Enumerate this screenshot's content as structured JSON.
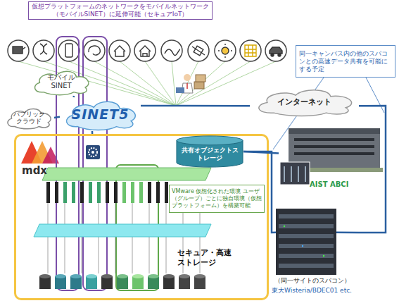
{
  "diagram": {
    "nodes": [
      {
        "text": [
          "仮想プラットフォームのネットワークをモバイルネットワーク（モバイルSINET）に延伸可能（セキュアIoT）"
        ]
      },
      {
        "text": [
          "モバイル SINET"
        ]
      },
      {
        "text": [
          "パブリック クラウド"
        ]
      },
      {
        "text": [
          "SINET5"
        ]
      },
      {
        "text": [
          "インターネット"
        ]
      },
      {
        "text": [
          "同一キャンパス内の他のスパコンとの高速データ共有を可能にする予定"
        ]
      },
      {
        "text": [
          "mdx"
        ]
      },
      {
        "text": [
          "共有オブジェクトストレージ"
        ],
        "in": 6
      },
      {
        "text": [
          "VMware 仮想化された環境 ユーザ（グループ）ごとに独自環境（仮想プラットフォーム）を構築可能"
        ],
        "in": 6
      },
      {
        "text": [
          "AIST ABCI"
        ]
      },
      {
        "text": [
          "（同一サイトのスパコン）",
          "東大Wisteria/BDEC01 etc."
        ]
      }
    ],
    "edges": [
      {
        "from": 1,
        "to": 3,
        "arrow": "none"
      },
      {
        "from": 2,
        "to": 3,
        "arrow": "none"
      },
      {
        "from": 3,
        "to": 4,
        "arrow": "none"
      },
      {
        "from": 3,
        "to": 6,
        "arrow": "none"
      },
      {
        "from": 7,
        "to": 9,
        "arrow": "none"
      },
      {
        "from": 7,
        "to": 10,
        "arrow": "none"
      },
      {
        "from": 4,
        "to": 10,
        "arrow": "none"
      }
    ],
    "labels": [
      "セキュア・高速ストレージ"
    ]
  }
}
